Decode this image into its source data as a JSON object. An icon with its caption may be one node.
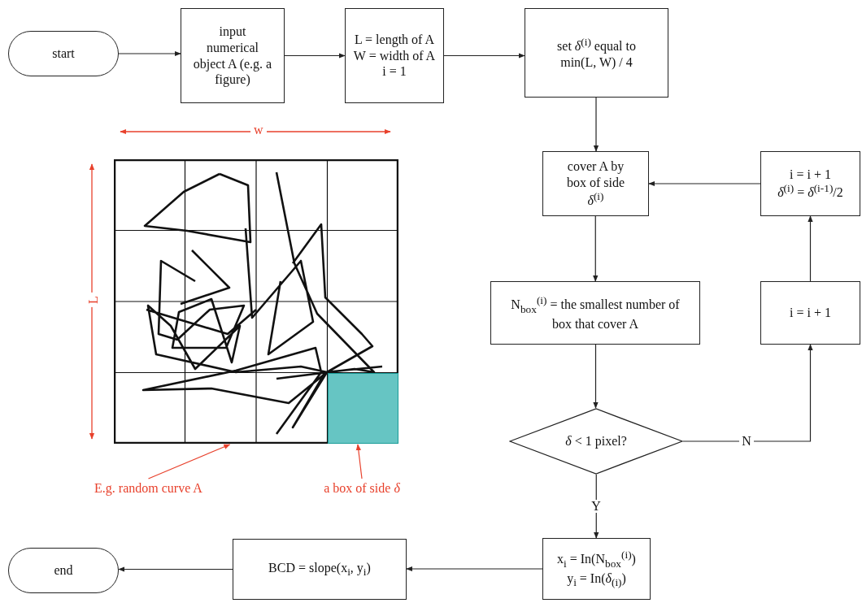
{
  "diagram": {
    "nodes": [
      {
        "text": [
          "start"
        ]
      },
      {
        "text": [
          "input numerical object A (e.g. a figure)"
        ]
      },
      {
        "text": [
          "L = length of A",
          "W = width of A",
          "i = 1"
        ]
      },
      {
        "text": [
          "set *δ*$^{(i)}$ equal to min(L, W) / 4"
        ]
      },
      {
        "text": [
          "cover A by box of side *δ*$^{(i)}$"
        ]
      },
      {
        "text": [
          "N$_{box}$$^{(i)}$ = the smallest number of box that cover A"
        ]
      },
      {
        "text": [
          "*δ* < 1 pixel?"
        ]
      },
      {
        "text": [
          "x$_{i}$ = In(N$_{box}$$^{(i)}$)",
          "y$_{i}$ = In(*δ*$_{(i)}$)"
        ]
      },
      {
        "text": [
          "BCD = slope(x$_{i}$, y$_{i}$)"
        ]
      },
      {
        "text": [
          "end"
        ]
      },
      {
        "text": [
          "i = i + 1"
        ]
      },
      {
        "text": [
          "i = i + 1",
          "*δ*$^{(i)}$ = *δ*$^{(i-1)}$/2"
        ]
      },
      {
        "text": [
          "E.g. random curve A"
        ]
      },
      {
        "text": [],
        "shape": "picture"
      },
      {
        "text": [],
        "shape": "box",
        "in": 13
      },
      {
        "text": [
          "a box of side *δ*"
        ]
      }
    ],
    "edges": [
      {
        "from": 0,
        "to": 1,
        "arrow": "to"
      },
      {
        "from": 1,
        "to": 2,
        "arrow": "to"
      },
      {
        "from": 2,
        "to": 3,
        "arrow": "to"
      },
      {
        "from": 3,
        "to": 4,
        "arrow": "to"
      },
      {
        "from": 4,
        "to": 5,
        "arrow": "to"
      },
      {
        "from": 5,
        "to": 6,
        "arrow": "to"
      },
      {
        "from": 6,
        "to": 10,
        "arrow": "to",
        "label": "N"
      },
      {
        "from": 6,
        "to": 7,
        "arrow": "to",
        "label": "Y"
      },
      {
        "from": 7,
        "to": 8,
        "arrow": "to"
      },
      {
        "from": 8,
        "to": 9,
        "arrow": "to"
      },
      {
        "from": 10,
        "to": 11,
        "arrow": "to"
      },
      {
        "from": 11,
        "to": 4,
        "arrow": "to"
      },
      {
        "from": 12,
        "to": 13,
        "arrow": "to",
        "color": "#e8412c"
      },
      {
        "from": 15,
        "to": 14,
        "arrow": "to",
        "color": "#e8412c"
      }
    ],
    "labels": [
      "w",
      "L"
    ]
  }
}
